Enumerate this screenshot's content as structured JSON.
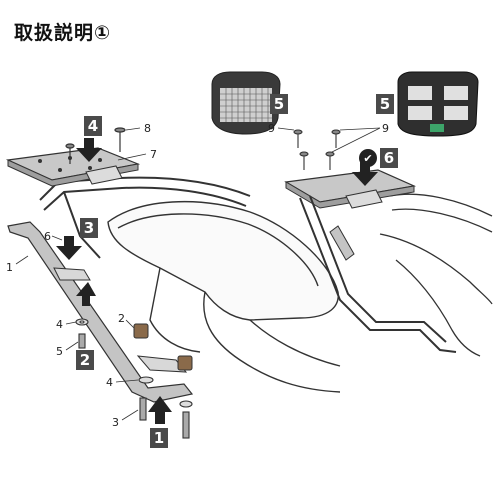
{
  "title": "取扱説明①",
  "steps": {
    "s1": "1",
    "s2": "2",
    "s3": "3",
    "s4": "4",
    "s5a": "5",
    "s5b": "5",
    "s6": "6"
  },
  "check_mark": "✔",
  "callouts": {
    "c1": "1",
    "c2": "2",
    "c3": "3",
    "c4a": "4",
    "c4b": "4",
    "c5": "5",
    "c6": "6",
    "c7": "7",
    "c8": "8",
    "c9a": "9",
    "c9b": "9"
  },
  "colors": {
    "step_box": "#4a4a4a",
    "line": "#333333",
    "part_fill": "#bdbdbd",
    "dark_part": "#2b2b2b"
  }
}
